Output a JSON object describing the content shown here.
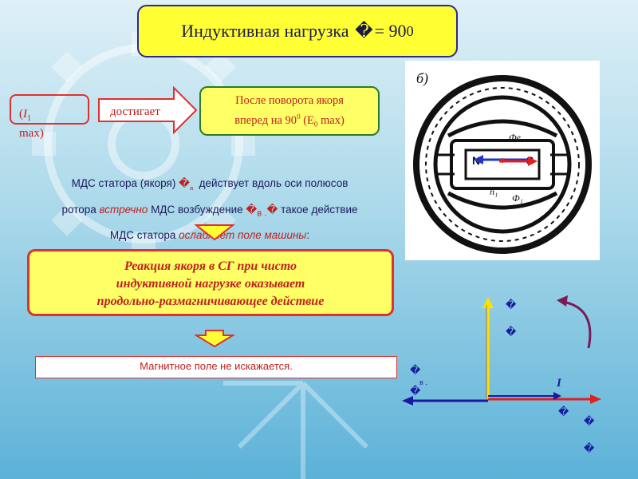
{
  "title": {
    "prefix": "Индуктивная нагрузка",
    "symbol": "�",
    "equation": "= 90",
    "sup": "0"
  },
  "left_box": {
    "open": "(",
    "symbol": "I",
    "sub": "1",
    "rest": "max)"
  },
  "arrow_label": "достигает",
  "rotation_box": {
    "line1": "После поворота якоря",
    "line2_a": "вперед на 90",
    "line2_sup": "0",
    "line2_b": " (E",
    "line2_sub": "0",
    "line2_c": " max)"
  },
  "mds": {
    "p1": "МДС статора (якоря)",
    "s1": "�",
    "s1b": "ₐ",
    "p2": "действует вдоль оси полюсов",
    "p3": "ротора",
    "it1": "встречно",
    "p4": "МДС возбуждение",
    "s2": "�",
    "s2b": "в .",
    "s2c": "�",
    "p5": "такое действие",
    "p6": "МДС статора",
    "it2": "ослабляет поле машины",
    "p7": ":"
  },
  "result": {
    "line1": "Реакция якоря в СГ при чисто",
    "line2": "индуктивной нагрузке оказывает",
    "line3": "продольно-размагничивающее действие"
  },
  "field_text": "Магнитное поле не искажается.",
  "diagram": {
    "label_b": "б)",
    "label_n": "N",
    "label_s": "S",
    "label_fe": "Фe",
    "label_f1": "Ф₁",
    "label_n1": "n₁"
  },
  "vectors": {
    "label_top": "�",
    "label_top2": "�",
    "label_fv": "�",
    "label_fv_sub": "в .",
    "label_fv2": "�",
    "label_i": "I",
    "label_br1": "�",
    "label_br2": "�",
    "label_br3": "�"
  }
}
